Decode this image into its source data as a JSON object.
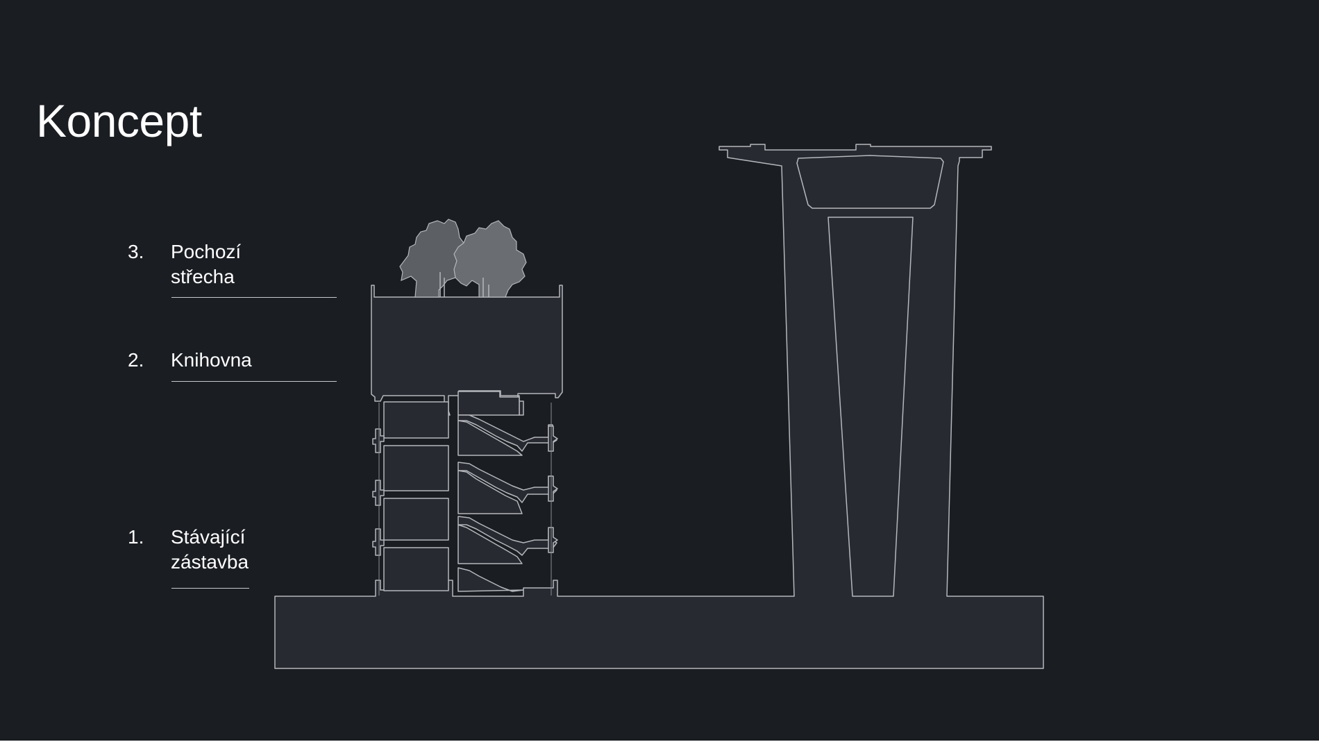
{
  "title": "Koncept",
  "legend": [
    {
      "number": "3.",
      "line1": "Pochozí",
      "line2": "střecha"
    },
    {
      "number": "2.",
      "line1": "Knihovna",
      "line2": ""
    },
    {
      "number": "1.",
      "line1": "Stávající",
      "line2": "zástavba"
    }
  ],
  "colors": {
    "background": "#1a1d22",
    "fill": "#272a30",
    "stroke": "#b5b8bd",
    "tree_fill": "#5c5f63",
    "text": "#ffffff"
  }
}
